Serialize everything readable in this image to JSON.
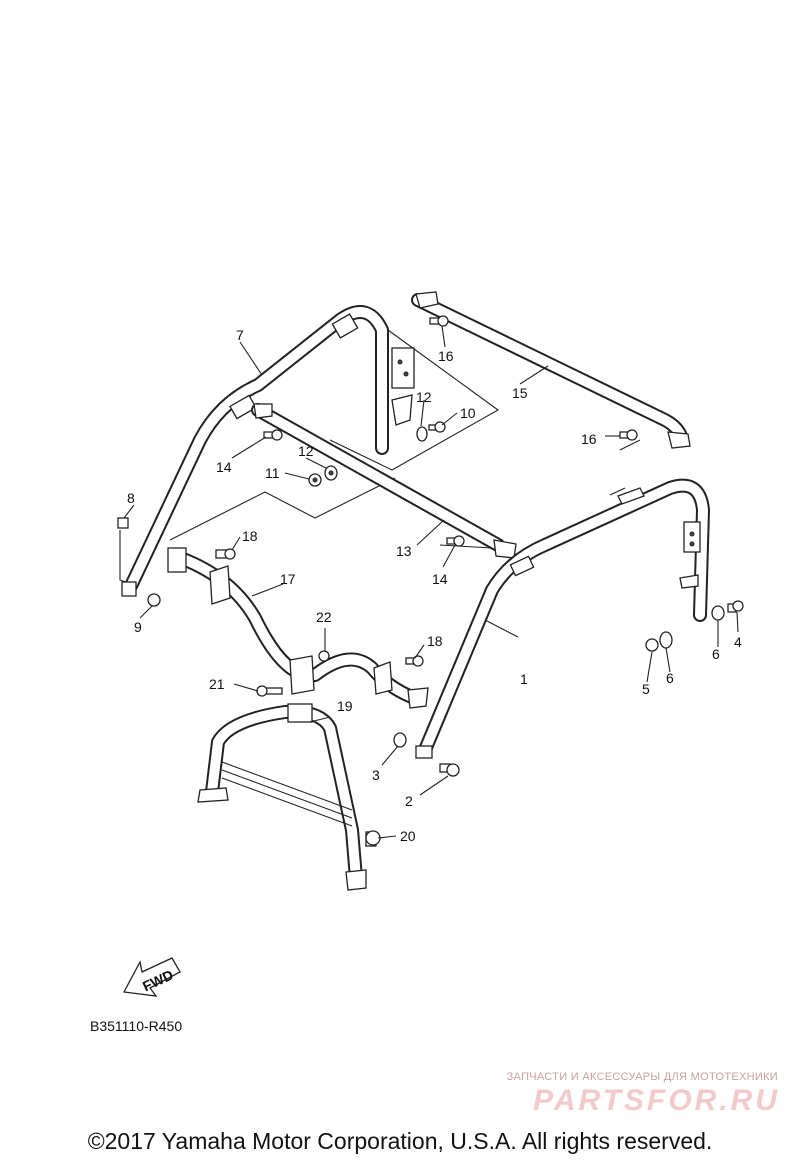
{
  "diagram": {
    "part_code": "B351110-R450",
    "fwd_label": "FWD",
    "callouts": [
      {
        "id": "c1",
        "label": "1"
      },
      {
        "id": "c2",
        "label": "2"
      },
      {
        "id": "c3",
        "label": "3"
      },
      {
        "id": "c4",
        "label": "4"
      },
      {
        "id": "c5",
        "label": "5"
      },
      {
        "id": "c6a",
        "label": "6"
      },
      {
        "id": "c6b",
        "label": "6"
      },
      {
        "id": "c7",
        "label": "7"
      },
      {
        "id": "c8",
        "label": "8"
      },
      {
        "id": "c9",
        "label": "9"
      },
      {
        "id": "c10",
        "label": "10"
      },
      {
        "id": "c11",
        "label": "11"
      },
      {
        "id": "c12a",
        "label": "12"
      },
      {
        "id": "c12b",
        "label": "12"
      },
      {
        "id": "c13",
        "label": "13"
      },
      {
        "id": "c14a",
        "label": "14"
      },
      {
        "id": "c14b",
        "label": "14"
      },
      {
        "id": "c15",
        "label": "15"
      },
      {
        "id": "c16a",
        "label": "16"
      },
      {
        "id": "c16b",
        "label": "16"
      },
      {
        "id": "c17",
        "label": "17"
      },
      {
        "id": "c18a",
        "label": "18"
      },
      {
        "id": "c18b",
        "label": "18"
      },
      {
        "id": "c19",
        "label": "19"
      },
      {
        "id": "c20",
        "label": "20"
      },
      {
        "id": "c21",
        "label": "21"
      },
      {
        "id": "c22",
        "label": "22"
      }
    ]
  },
  "watermark": {
    "tagline": "ЗАПЧАСТИ И АКСЕССУАРЫ ДЛЯ МОТОТЕХНИКИ",
    "brand": "PARTSFOR.RU"
  },
  "footer": {
    "copyright": "©2017 Yamaha Motor Corporation, U.S.A. All rights reserved."
  }
}
